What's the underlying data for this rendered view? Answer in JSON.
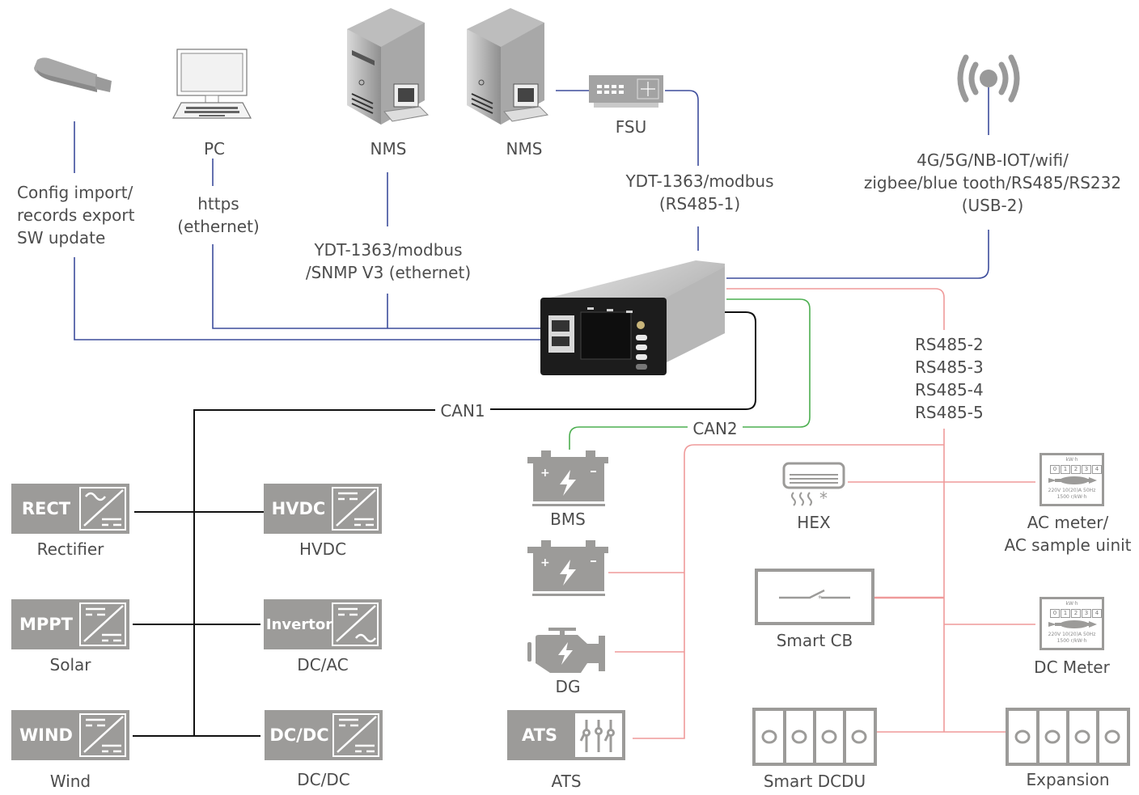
{
  "colors": {
    "ethernet_line": "#3d4d9c",
    "rs485_line": "#ef9a9a",
    "can1_line": "#111111",
    "can2_line": "#4caf50",
    "icon_gray": "#9c9b99",
    "text": "#4d4d4d"
  },
  "top": {
    "usb": {
      "icon": "usb-stick-icon",
      "label": [
        "Config import/",
        "records export",
        "SW update"
      ]
    },
    "pc": {
      "icon": "desktop-pc-icon",
      "label": "PC",
      "link_label": [
        "https",
        "(ethernet)"
      ]
    },
    "nms1": {
      "icon": "server-icon",
      "label": "NMS",
      "link_label": [
        "YDT-1363/modbus",
        "/SNMP V3 (ethernet)"
      ]
    },
    "nms2": {
      "icon": "server-icon",
      "label": "NMS"
    },
    "fsu": {
      "icon": "switch-icon",
      "label": "FSU",
      "link_label": [
        "YDT-1363/modbus",
        "(RS485-1)"
      ]
    },
    "wireless": {
      "icon": "wireless-antenna-icon",
      "link_label": [
        "4G/5G/NB-IOT/wifi/",
        "zigbee/blue tooth/RS485/RS232",
        "(USB-2)"
      ]
    }
  },
  "controller": {
    "icon": "controller-module-icon"
  },
  "buses": {
    "can1": "CAN1",
    "can2": "CAN2",
    "rs485": [
      "RS485-2",
      "RS485-3",
      "RS485-4",
      "RS485-5"
    ]
  },
  "can1_devices": [
    {
      "badge": "RECT",
      "label": "Rectifier",
      "symbol": "ac-dc"
    },
    {
      "badge": "HVDC",
      "label": "HVDC",
      "symbol": "dc-dc"
    },
    {
      "badge": "MPPT",
      "label": "Solar",
      "symbol": "dc-dc"
    },
    {
      "badge": "Invertor",
      "label": "DC/AC",
      "symbol": "dc-ac"
    },
    {
      "badge": "WIND",
      "label": "Wind",
      "symbol": "dc-dc"
    },
    {
      "badge": "DC/DC",
      "label": "DC/DC",
      "symbol": "dc-dc"
    }
  ],
  "rs485_devices": {
    "bms": {
      "icon": "battery-icon",
      "label": "BMS"
    },
    "battery2": {
      "icon": "battery-icon"
    },
    "dg": {
      "icon": "engine-icon",
      "label": "DG"
    },
    "ats": {
      "badge": "ATS",
      "label": "ATS",
      "icon": "sliders-icon"
    },
    "hex": {
      "icon": "air-conditioner-icon",
      "label": "HEX"
    },
    "smart_cb": {
      "icon": "circuit-breaker-icon",
      "label": "Smart CB"
    },
    "smart_dcdu": {
      "icon": "distribution-unit-icon",
      "label": "Smart DCDU"
    },
    "expansion": {
      "icon": "distribution-unit-icon",
      "label": "Expansion"
    },
    "ac_meter": {
      "icon": "energy-meter-icon",
      "label": [
        "AC meter/",
        "AC sample uinit"
      ],
      "meter": {
        "unit": "kW·h",
        "digits": [
          "0",
          "1",
          "2",
          "3",
          "4"
        ],
        "spec1": "220V 10(20)A 50Hz",
        "spec2": "1500 r/kW·h"
      }
    },
    "dc_meter": {
      "icon": "energy-meter-icon",
      "label": "DC Meter",
      "meter": {
        "unit": "kW·h",
        "digits": [
          "0",
          "1",
          "2",
          "3",
          "4"
        ],
        "spec1": "220V 10(20)A 50Hz",
        "spec2": "1500 r/kW·h"
      }
    }
  }
}
